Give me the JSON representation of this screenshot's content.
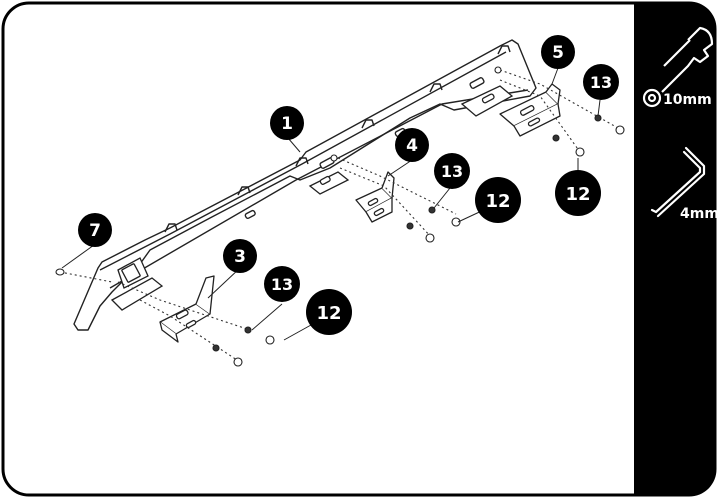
{
  "callouts": {
    "c1": "1",
    "c3": "3",
    "c4": "4",
    "c5": "5",
    "c7": "7",
    "c12a": "12",
    "c12b": "12",
    "c12c": "12",
    "c13a": "13",
    "c13b": "13",
    "c13c": "13"
  },
  "tools": {
    "wrench": {
      "icon": "wrench-icon",
      "label": "10mm"
    },
    "hex_key": {
      "icon": "hex-key-icon",
      "label": "4mm"
    }
  },
  "colors": {
    "frame": "#000000",
    "callout_fill": "#000000",
    "callout_text": "#ffffff",
    "tool_panel": "#000000",
    "parts_line": "#222222",
    "background": "#ffffff"
  }
}
